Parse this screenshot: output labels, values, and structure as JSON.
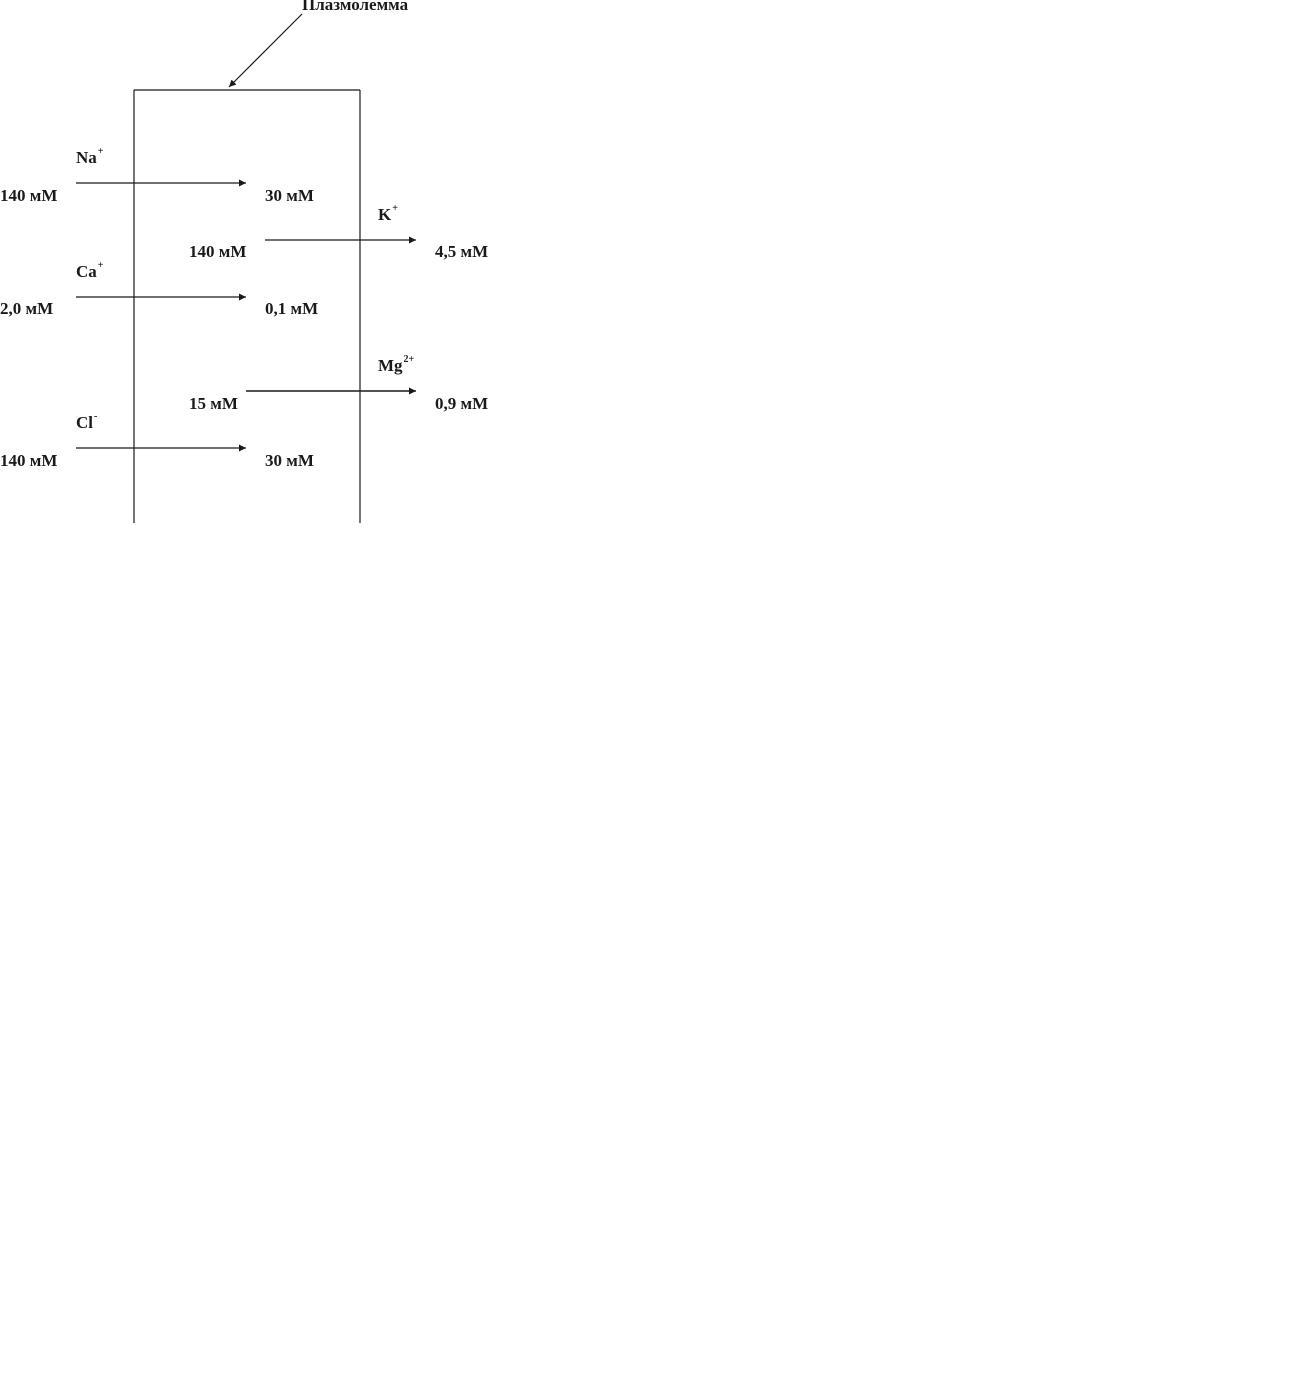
{
  "title": "Плазмолемма",
  "ions": [
    {
      "symbol": "Na",
      "charge": "+",
      "outside": "140 мМ",
      "inside": "30 мМ"
    },
    {
      "symbol": "K",
      "charge": "+",
      "outside": "4,5 мМ",
      "inside": "140 мМ"
    },
    {
      "symbol": "Ca",
      "charge": "+",
      "outside": "2,0 мМ",
      "inside": "0,1 мМ"
    },
    {
      "symbol": "Mg",
      "charge": "2+",
      "outside": "0,9 мМ",
      "inside": "15 мМ"
    },
    {
      "symbol": "Cl",
      "charge": "-",
      "outside": "140 мМ",
      "inside": "30 мМ"
    }
  ],
  "colors": {
    "ink": "#1a1a1a",
    "background": "#ffffff"
  }
}
